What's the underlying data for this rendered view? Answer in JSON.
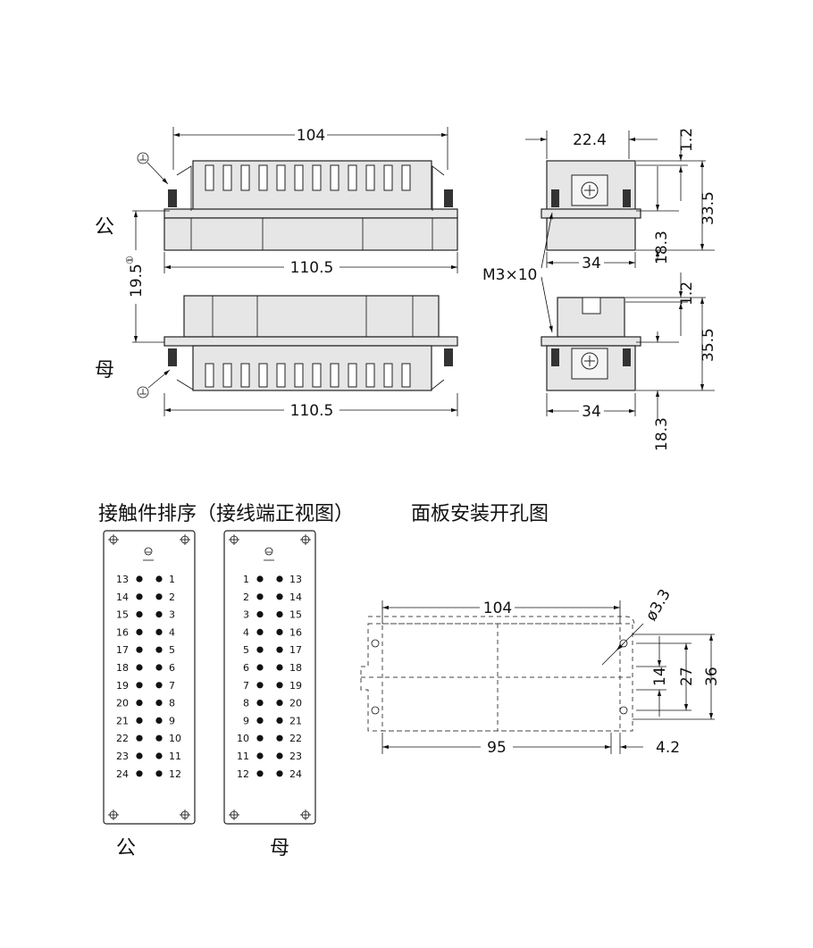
{
  "front_view": {
    "male_label": "公",
    "female_label": "母",
    "dim_width_top": "104",
    "dim_width_male": "110.5",
    "dim_width_female": "110.5",
    "dim_height": "19.5",
    "dim_height_note": "①"
  },
  "side_view": {
    "dim_22_4": "22.4",
    "dim_1_2_top": "1.2",
    "dim_33_5": "33.5",
    "dim_18_3_top": "18.3",
    "dim_34_top": "34",
    "screw_label": "M3×10",
    "dim_1_2_bottom": "1.2",
    "dim_35_5": "35.5",
    "dim_34_bottom": "34",
    "dim_18_3_bottom": "18.3"
  },
  "section_titles": {
    "contact_order": "接触件排序（接线端正视图）",
    "panel_cutout": "面板安装开孔图"
  },
  "contact_panels": {
    "male": {
      "label": "公",
      "rows": [
        [
          "13",
          "1"
        ],
        [
          "14",
          "2"
        ],
        [
          "15",
          "3"
        ],
        [
          "16",
          "4"
        ],
        [
          "17",
          "5"
        ],
        [
          "18",
          "6"
        ],
        [
          "19",
          "7"
        ],
        [
          "20",
          "8"
        ],
        [
          "21",
          "9"
        ],
        [
          "22",
          "10"
        ],
        [
          "23",
          "11"
        ],
        [
          "24",
          "12"
        ]
      ]
    },
    "female": {
      "label": "母",
      "rows": [
        [
          "1",
          "13"
        ],
        [
          "2",
          "14"
        ],
        [
          "3",
          "15"
        ],
        [
          "4",
          "16"
        ],
        [
          "5",
          "17"
        ],
        [
          "6",
          "18"
        ],
        [
          "7",
          "19"
        ],
        [
          "8",
          "20"
        ],
        [
          "9",
          "21"
        ],
        [
          "10",
          "22"
        ],
        [
          "11",
          "23"
        ],
        [
          "12",
          "24"
        ]
      ]
    }
  },
  "cutout": {
    "dim_104": "104",
    "dim_hole": "ø3.3",
    "dim_14": "14",
    "dim_27": "27",
    "dim_36": "36",
    "dim_95": "95",
    "dim_4_2": "4.2"
  }
}
